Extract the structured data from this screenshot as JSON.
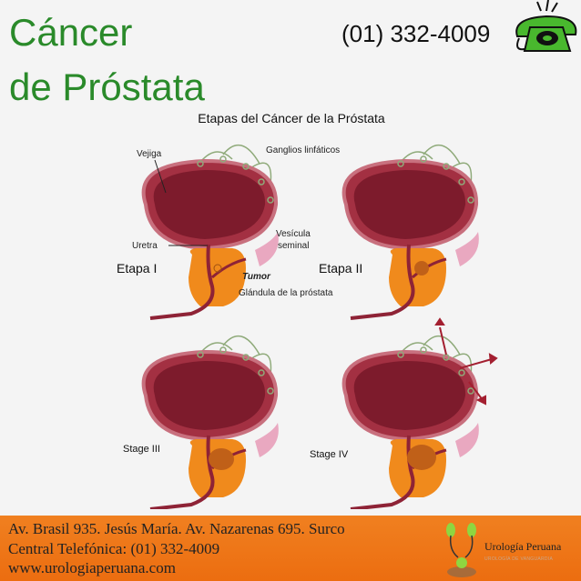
{
  "header": {
    "title_line1": "Cáncer",
    "title_line2": "de Próstata",
    "phone": "(01) 332-4009",
    "phone_icon": "telephone-icon"
  },
  "diagram": {
    "title": "Etapas del Cáncer de la Próstata",
    "labels": {
      "bladder": "Vejiga",
      "lymph_nodes": "Ganglios linfáticos",
      "seminal_1": "Vesícula",
      "seminal_2": "seminal",
      "urethra": "Uretra",
      "tumor": "Tumor",
      "gland": "Glándula de la próstata"
    },
    "stages": [
      "Etapa I",
      "Etapa II",
      "Stage III",
      "Stage IV"
    ]
  },
  "footer": {
    "address": "Av. Brasil 935. Jesús María. Av. Nazarenas 695. Surco",
    "phone": "Central Telefónica:  (01) 332-4009",
    "website": "www.urologiaperuana.com",
    "logo_name": "Urología Peruana",
    "logo_tagline": "UROLOGÍA DE VANGUARDIA"
  },
  "colors": {
    "title": "#2a8a2a",
    "bladder": "#8e2336",
    "prostate": "#f08a1c",
    "footer": "#ef7818"
  }
}
